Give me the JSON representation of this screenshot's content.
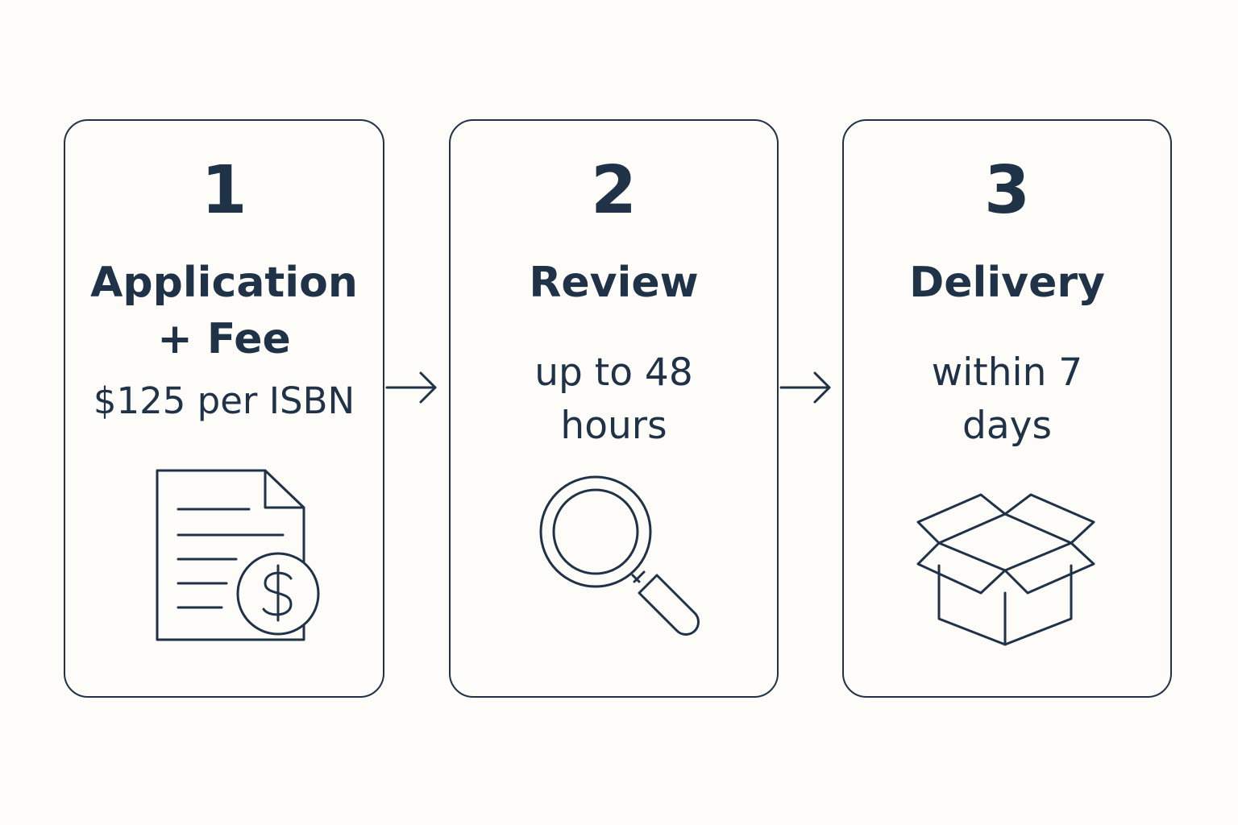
{
  "steps": [
    {
      "number": "1",
      "title_lines": [
        "Application",
        "+ Fee"
      ],
      "detail_lines": [
        "$125 per ISBN"
      ],
      "icon": "document-dollar-icon"
    },
    {
      "number": "2",
      "title_lines": [
        "Review"
      ],
      "detail_lines": [
        "up to 48",
        "hours"
      ],
      "icon": "magnifying-glass-icon"
    },
    {
      "number": "3",
      "title_lines": [
        "Delivery"
      ],
      "detail_lines": [
        "within 7",
        "days"
      ],
      "icon": "open-box-icon"
    }
  ],
  "colors": {
    "ink": "#1f3247",
    "background": "#fdfcf8"
  }
}
